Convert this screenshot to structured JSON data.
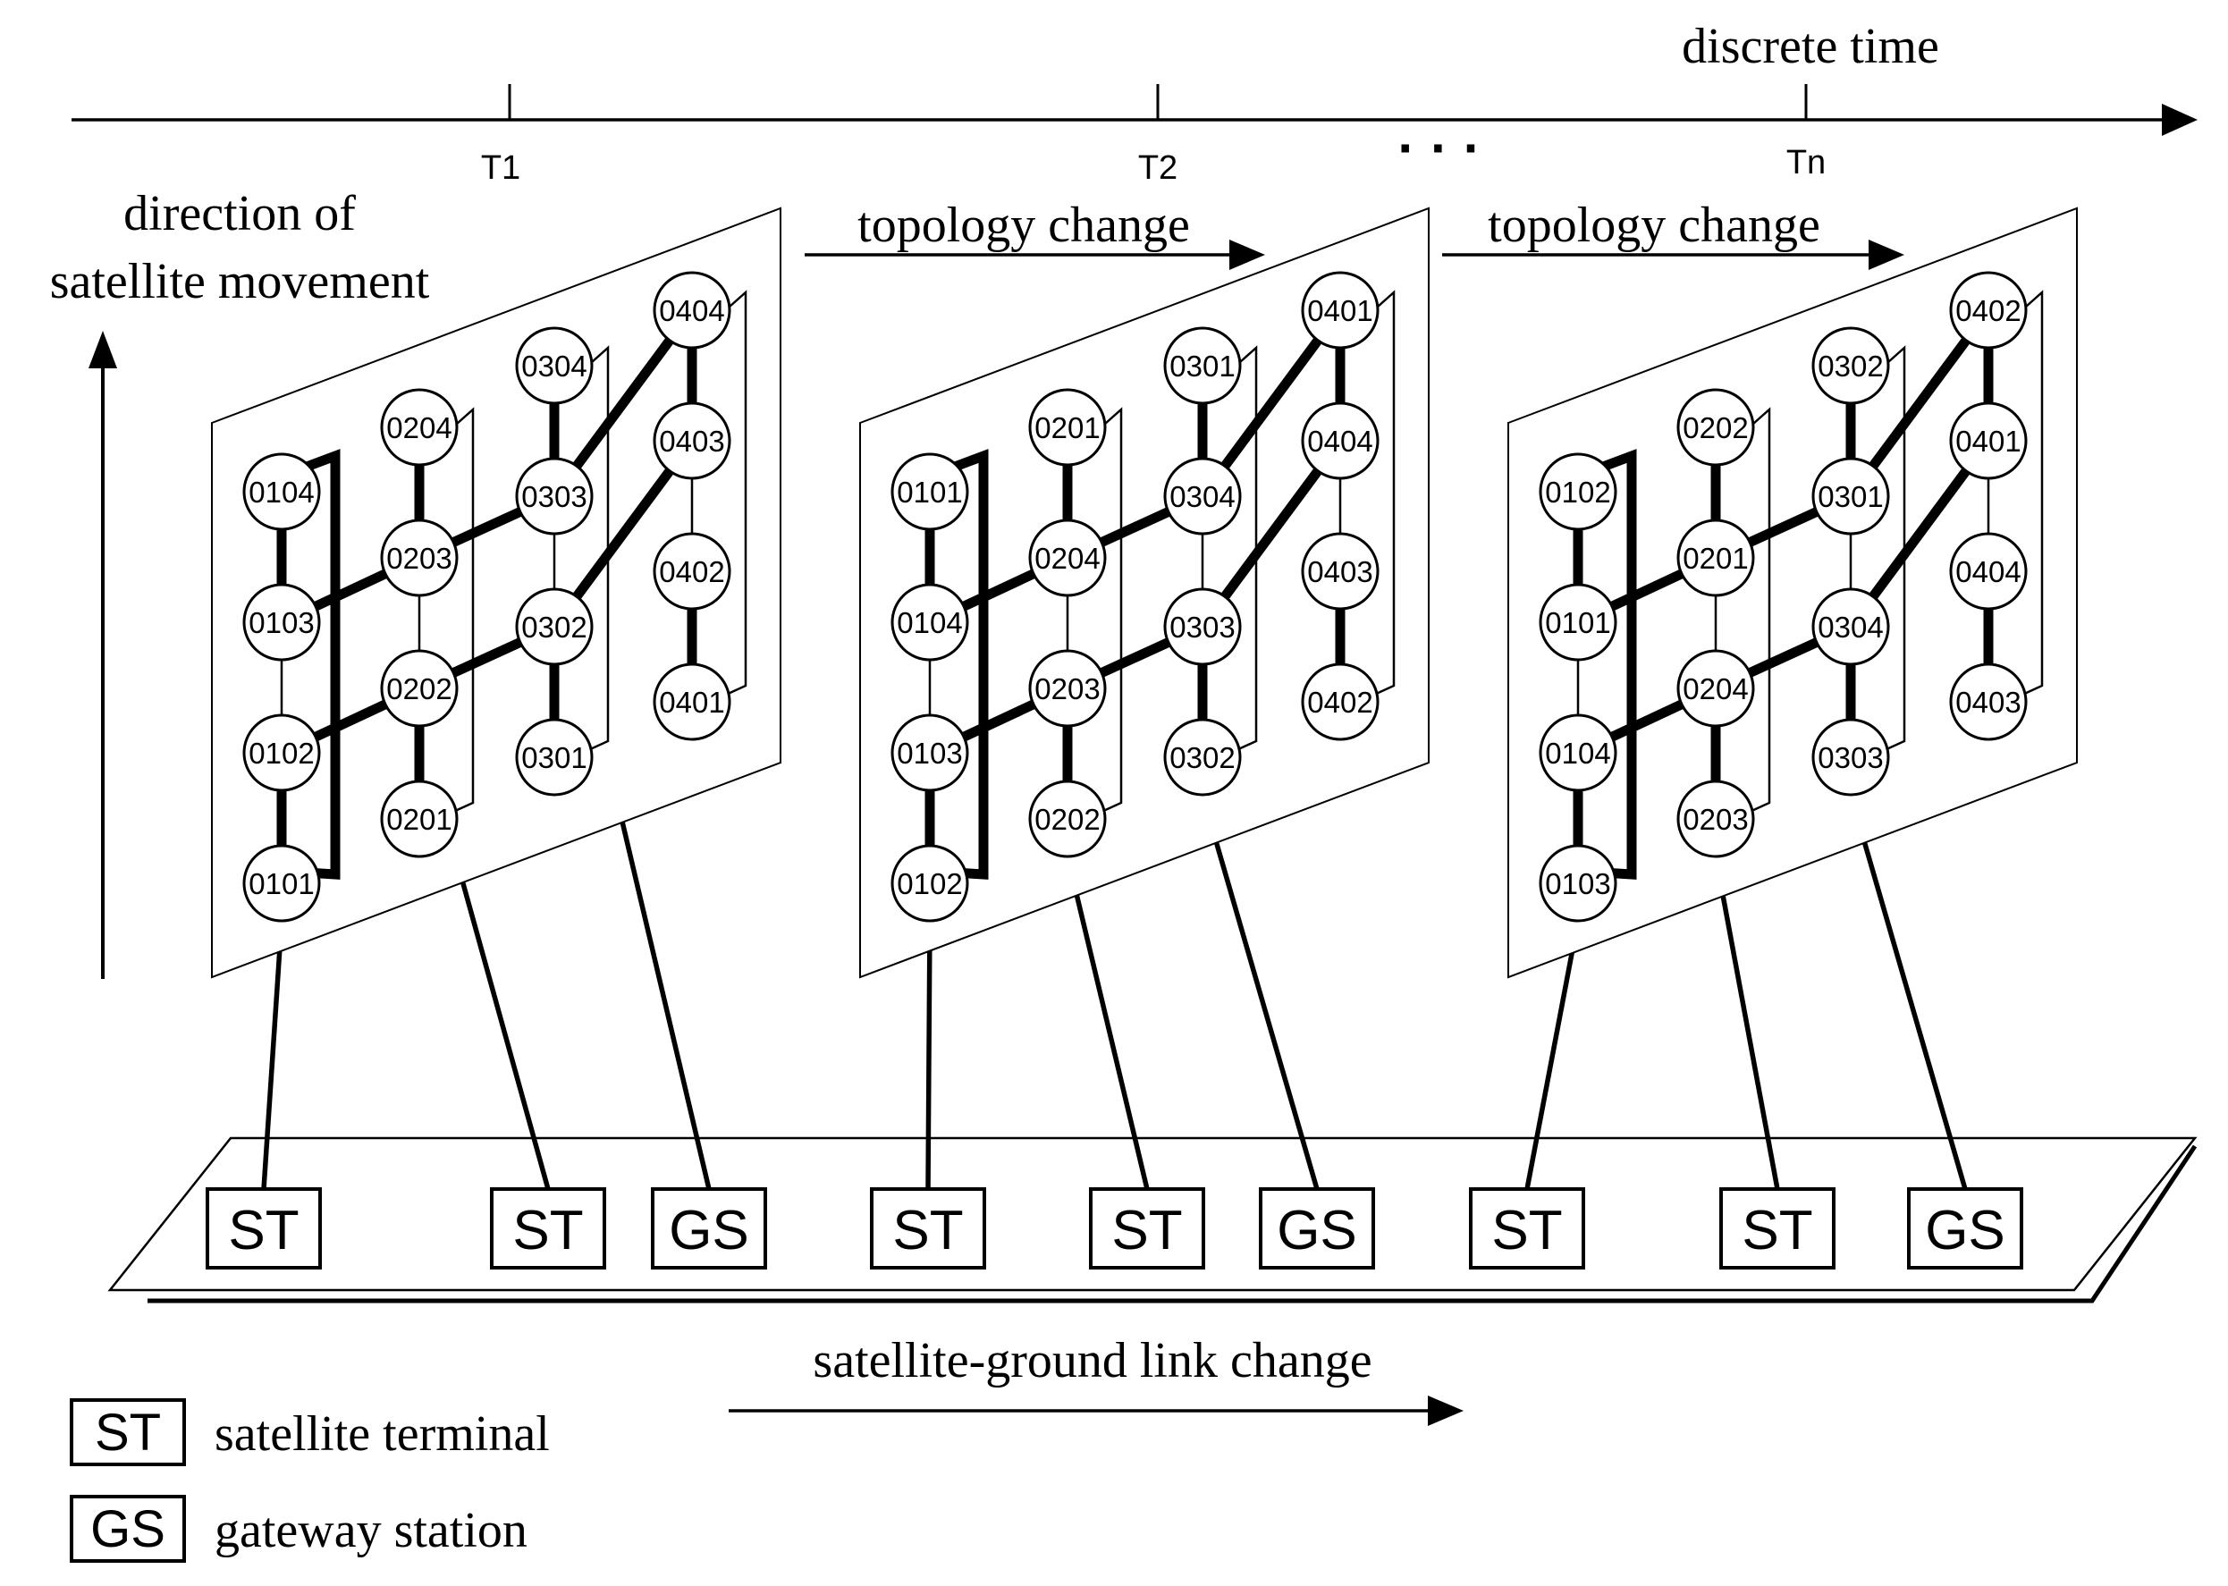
{
  "timeline": {
    "axis_label": "discrete time",
    "ticks": [
      "T1",
      "T2",
      "Tn"
    ],
    "ellipsis": "· · ·"
  },
  "movement": {
    "line1": "direction of",
    "line2": "satellite movement"
  },
  "topology_labels": [
    "topology change",
    "topology change"
  ],
  "panels": [
    {
      "columns": [
        [
          "0104",
          "0103",
          "0102",
          "0101"
        ],
        [
          "0204",
          "0203",
          "0202",
          "0201"
        ],
        [
          "0304",
          "0303",
          "0302",
          "0301"
        ],
        [
          "0404",
          "0403",
          "0402",
          "0401"
        ]
      ]
    },
    {
      "columns": [
        [
          "0101",
          "0104",
          "0103",
          "0102"
        ],
        [
          "0201",
          "0204",
          "0203",
          "0202"
        ],
        [
          "0301",
          "0304",
          "0303",
          "0302"
        ],
        [
          "0401",
          "0404",
          "0403",
          "0402"
        ]
      ]
    },
    {
      "columns": [
        [
          "0102",
          "0101",
          "0104",
          "0103"
        ],
        [
          "0202",
          "0201",
          "0204",
          "0203"
        ],
        [
          "0302",
          "0301",
          "0304",
          "0303"
        ],
        [
          "0402",
          "0401",
          "0404",
          "0403"
        ]
      ]
    }
  ],
  "ground_boxes": [
    "ST",
    "ST",
    "GS",
    "ST",
    "ST",
    "GS",
    "ST",
    "ST",
    "GS"
  ],
  "ground_label": "satellite-ground link change",
  "legend": [
    {
      "code": "ST",
      "text": "satellite terminal"
    },
    {
      "code": "GS",
      "text": "gateway station"
    }
  ]
}
